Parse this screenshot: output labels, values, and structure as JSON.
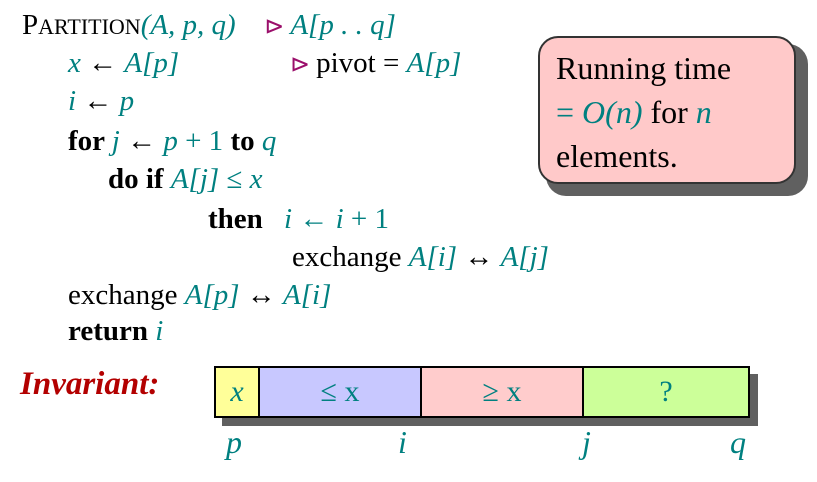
{
  "algorithm": {
    "header": {
      "name_cap": "P",
      "name_rest": "ARTITION",
      "params": "(A, p, q)",
      "comment_marker": "⊳",
      "comment": "A[p . . q]"
    },
    "line1": {
      "var": "x",
      "assign": " ← ",
      "rhs": "A[p]",
      "comment_marker": "⊳",
      "comment_text": "pivot = ",
      "comment_val": "A[p]"
    },
    "line2": {
      "var": "i",
      "assign": " ← ",
      "rhs": "p"
    },
    "line3": {
      "kw_for": "for ",
      "var": "j",
      "assign": " ← ",
      "start": "p",
      "plus": " + 1 ",
      "kw_to": "to ",
      "end": "q"
    },
    "line4": {
      "kw": "do if ",
      "cond_lhs": "A[j]",
      "op": " ≤ ",
      "cond_rhs": "x"
    },
    "line5": {
      "kw": "then",
      "var": "i",
      "assign": " ← ",
      "rhs": "i",
      "plus": " + 1"
    },
    "line6": {
      "op": "exchange ",
      "lhs": "A[i]",
      "arrow": " ↔ ",
      "rhs": "A[j]"
    },
    "line7": {
      "op": "exchange ",
      "lhs": "A[p]",
      "arrow": " ↔ ",
      "rhs": "A[i]"
    },
    "line8": {
      "kw": "return ",
      "var": "i"
    }
  },
  "callout": {
    "line1": "Running time",
    "line2_eq": "= ",
    "line2_expr": "O(n)",
    "line2_text": " for ",
    "line2_var": "n",
    "line3": "elements."
  },
  "invariant": {
    "label": "Invariant:",
    "cells": [
      {
        "text": "x",
        "color": "#ffff99"
      },
      {
        "text": "≤ x",
        "color": "#c8c8ff"
      },
      {
        "text": "≥ x",
        "color": "#ffcccc"
      },
      {
        "text": "?",
        "color": "#ccff99"
      }
    ],
    "indices": [
      "p",
      "i",
      "j",
      "q"
    ]
  }
}
